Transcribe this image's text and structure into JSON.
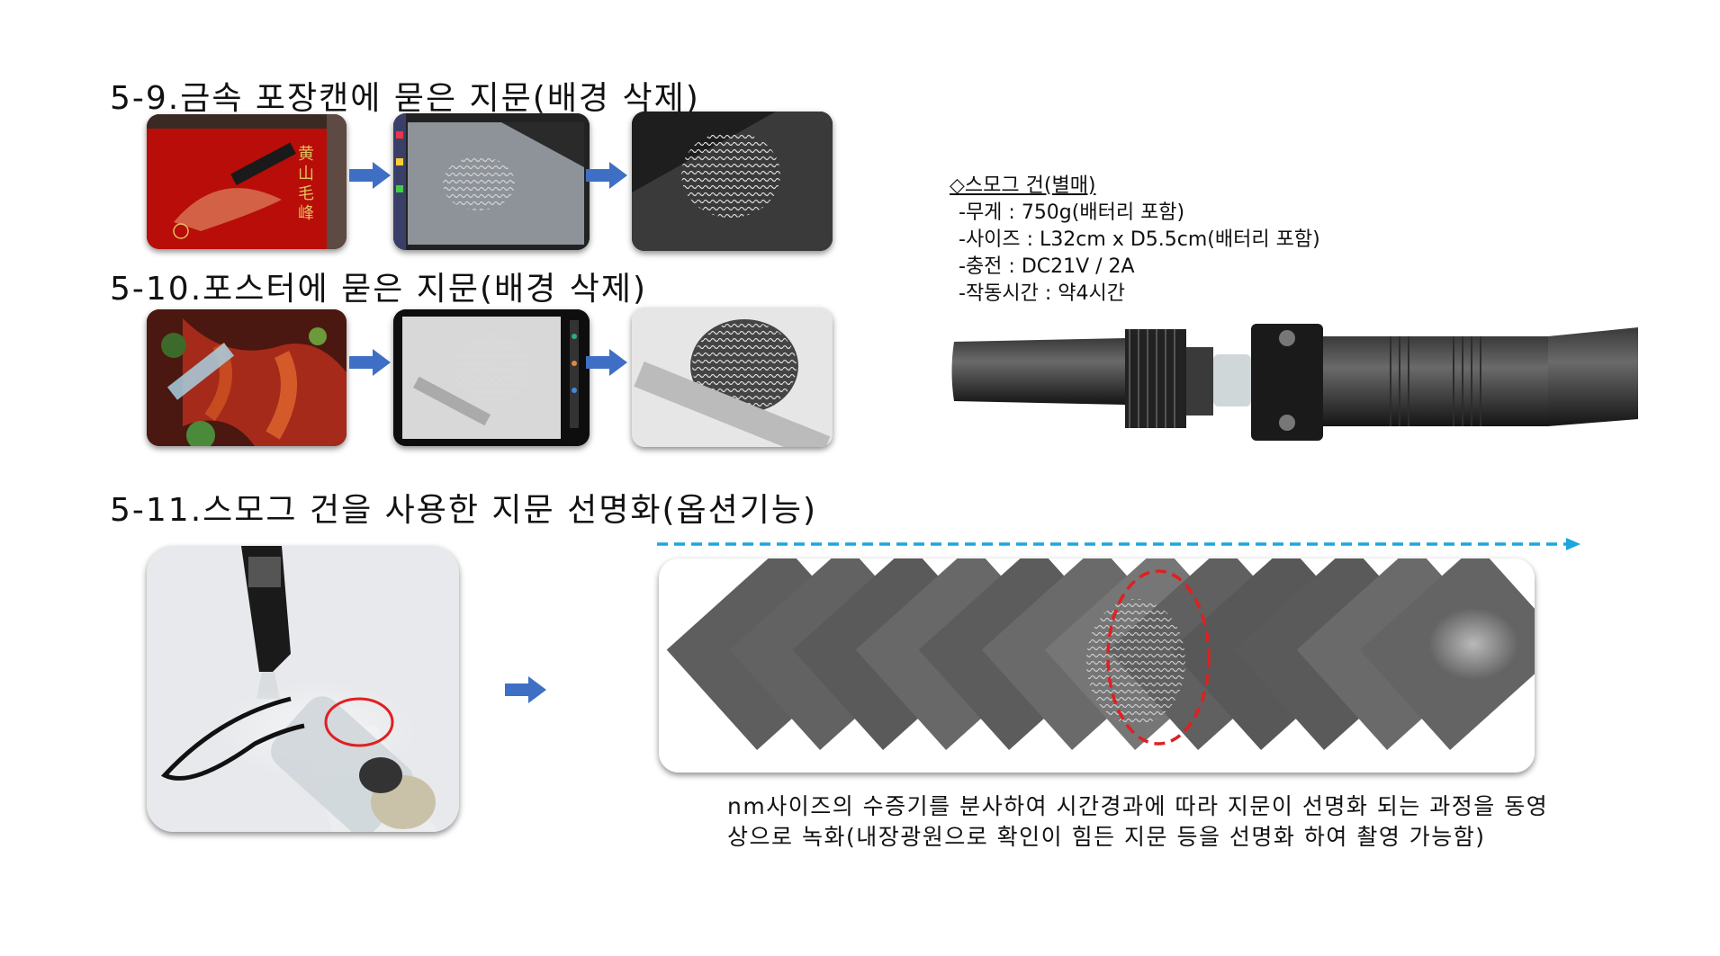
{
  "section_9": {
    "title": "5-9.금속 포장캔에 묻은 지문(배경 삭제)"
  },
  "section_10": {
    "title": "5-10.포스터에 묻은 지문(배경 삭제)"
  },
  "section_11": {
    "title": "5-11.스모그 건을 사용한 지문 선명화(옵션기능)"
  },
  "spec": {
    "title": "◇스모그 건(별매)",
    "weight": "-무게 : 750g(배터리 포함)",
    "size": "-사이즈 : L32cm x D5.5cm(배터리 포함)",
    "charge": "-충전 : DC21V / 2A",
    "runtime": "-작동시간 : 약4시간"
  },
  "caption": {
    "text": "nm사이즈의 수증기를 분사하여 시간경과에 따라 지문이 선명화 되는 과정을 동영상으로 녹화(내장광원으로 확인이 힘든 지문 등을 선명화 하여 촬영 가능함)"
  },
  "colors": {
    "arrow_blue": "#3f6fc4",
    "timeline_blue": "#1ea6dc",
    "highlight_red": "#e02020",
    "can_red": "#c8120a"
  },
  "icons": {
    "arrow": "right-block-arrow",
    "timeline": "dashed-right-arrow"
  }
}
